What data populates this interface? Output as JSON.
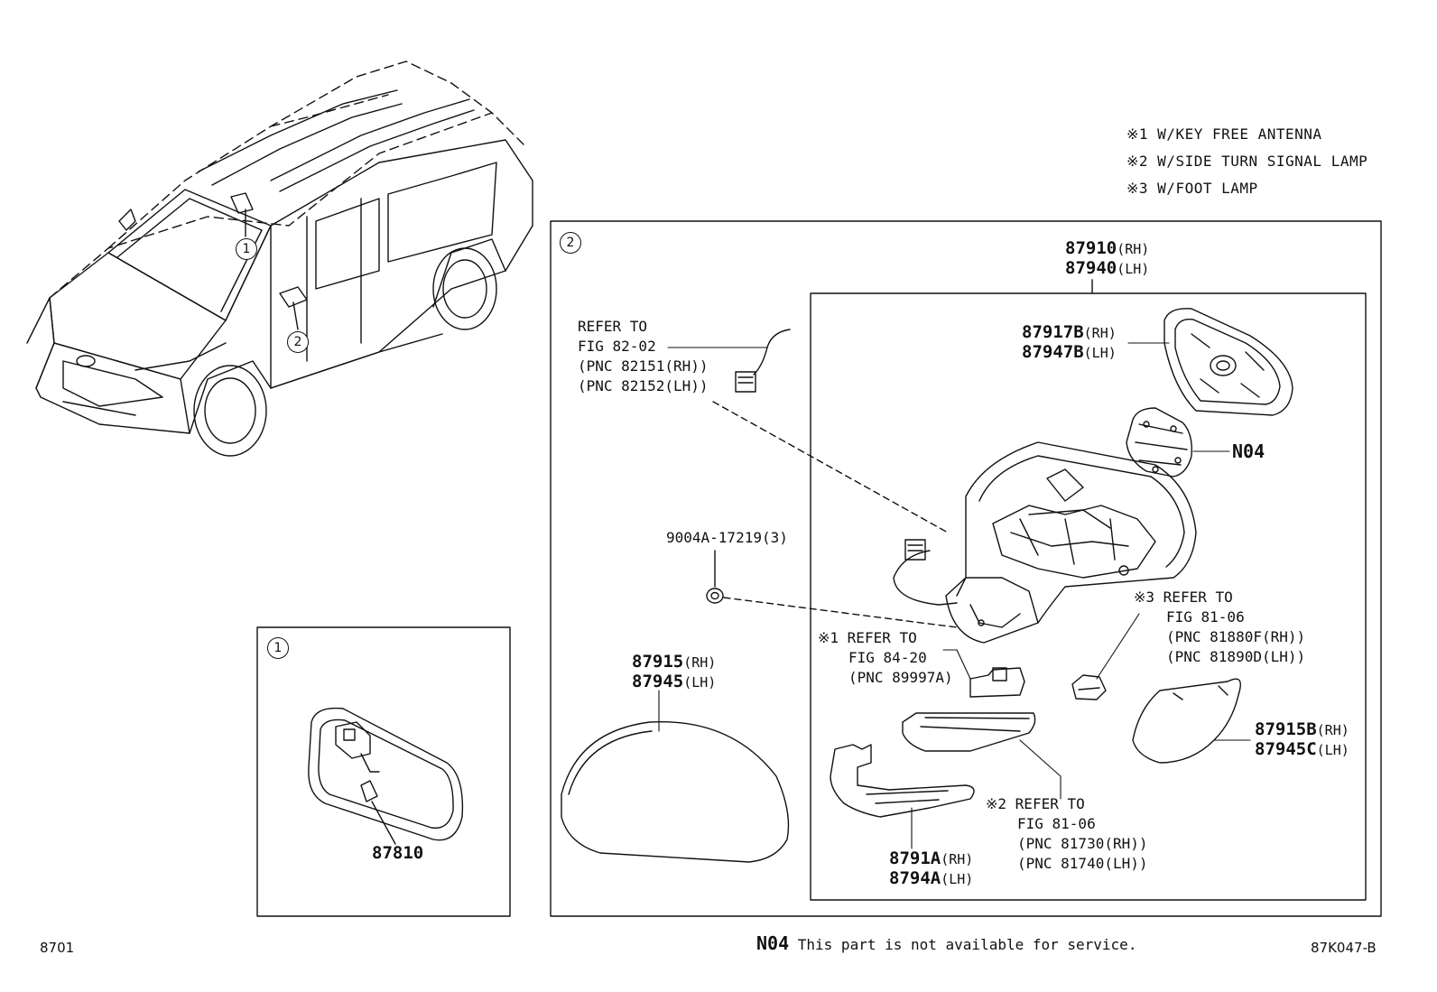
{
  "legend": {
    "note1": "※1 W/KEY FREE ANTENNA",
    "note2": "※2 W/SIDE TURN SIGNAL LAMP",
    "note3": "※3 W/FOOT LAMP"
  },
  "callouts": {
    "one": "1",
    "two": "2"
  },
  "parts": {
    "p87910": {
      "code": "87910",
      "side": "(RH)"
    },
    "p87940": {
      "code": "87940",
      "side": "(LH)"
    },
    "p87917B": {
      "code": "87917B",
      "side": "(RH)"
    },
    "p87947B": {
      "code": "87947B",
      "side": "(LH)"
    },
    "n04": "N04",
    "ref82": {
      "line1": "REFER TO",
      "line2": "FIG 82-02",
      "line3": "(PNC 82151(RH))",
      "line4": "(PNC 82152(LH))"
    },
    "bolt": "9004A-17219(3)",
    "p87915": {
      "code": "87915",
      "side": "(RH)"
    },
    "p87945": {
      "code": "87945",
      "side": "(LH)"
    },
    "ref84": {
      "line1": "※1 REFER TO",
      "line2": "FIG 84-20",
      "line3": "(PNC 89997A)"
    },
    "ref8106a": {
      "line1": "※3 REFER TO",
      "line2": "FIG 81-06",
      "line3": "(PNC 81880F(RH))",
      "line4": "(PNC 81890D(LH))"
    },
    "p87915B": {
      "code": "87915B",
      "side": "(RH)"
    },
    "p87945C": {
      "code": "87945C",
      "side": "(LH)"
    },
    "ref8106b": {
      "line1": "※2 REFER TO",
      "line2": "FIG 81-06",
      "line3": "(PNC 81730(RH))",
      "line4": "(PNC 81740(LH))"
    },
    "p8791A": {
      "code": "8791A",
      "side": "(RH)"
    },
    "p8794A": {
      "code": "8794A",
      "side": "(LH)"
    },
    "p87810": "87810"
  },
  "footer": {
    "left_code": "8701",
    "n04_label": "N04",
    "n04_text": "This part is not available for service.",
    "right_code": "87K047-B"
  }
}
